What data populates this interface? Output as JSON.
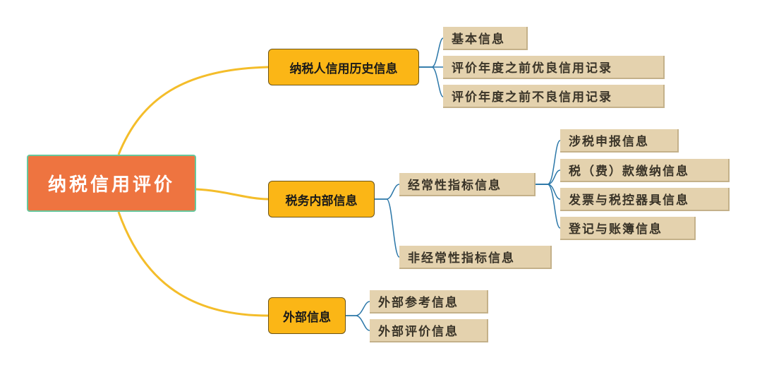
{
  "diagram": {
    "root": "纳税信用评价",
    "branches": [
      {
        "label": "纳税人信用历史信息",
        "children": [
          {
            "label": "基本信息"
          },
          {
            "label": "评价年度之前优良信用记录"
          },
          {
            "label": "评价年度之前不良信用记录"
          }
        ]
      },
      {
        "label": "税务内部信息",
        "children": [
          {
            "label": "经常性指标信息",
            "children": [
              {
                "label": "涉税申报信息"
              },
              {
                "label": "税（费）款缴纳信息"
              },
              {
                "label": "发票与税控器具信息"
              },
              {
                "label": "登记与账簿信息"
              }
            ]
          },
          {
            "label": "非经常性指标信息"
          }
        ]
      },
      {
        "label": "外部信息",
        "children": [
          {
            "label": "外部参考信息"
          },
          {
            "label": "外部评价信息"
          }
        ]
      }
    ],
    "colors": {
      "root_fill": "#ee7440",
      "root_border": "#67c79c",
      "branch_fill": "#fbb616",
      "leaf_fill": "#e4d2ae",
      "main_connector": "#f4bd2a",
      "sub_connector": "#2b77a8"
    }
  }
}
